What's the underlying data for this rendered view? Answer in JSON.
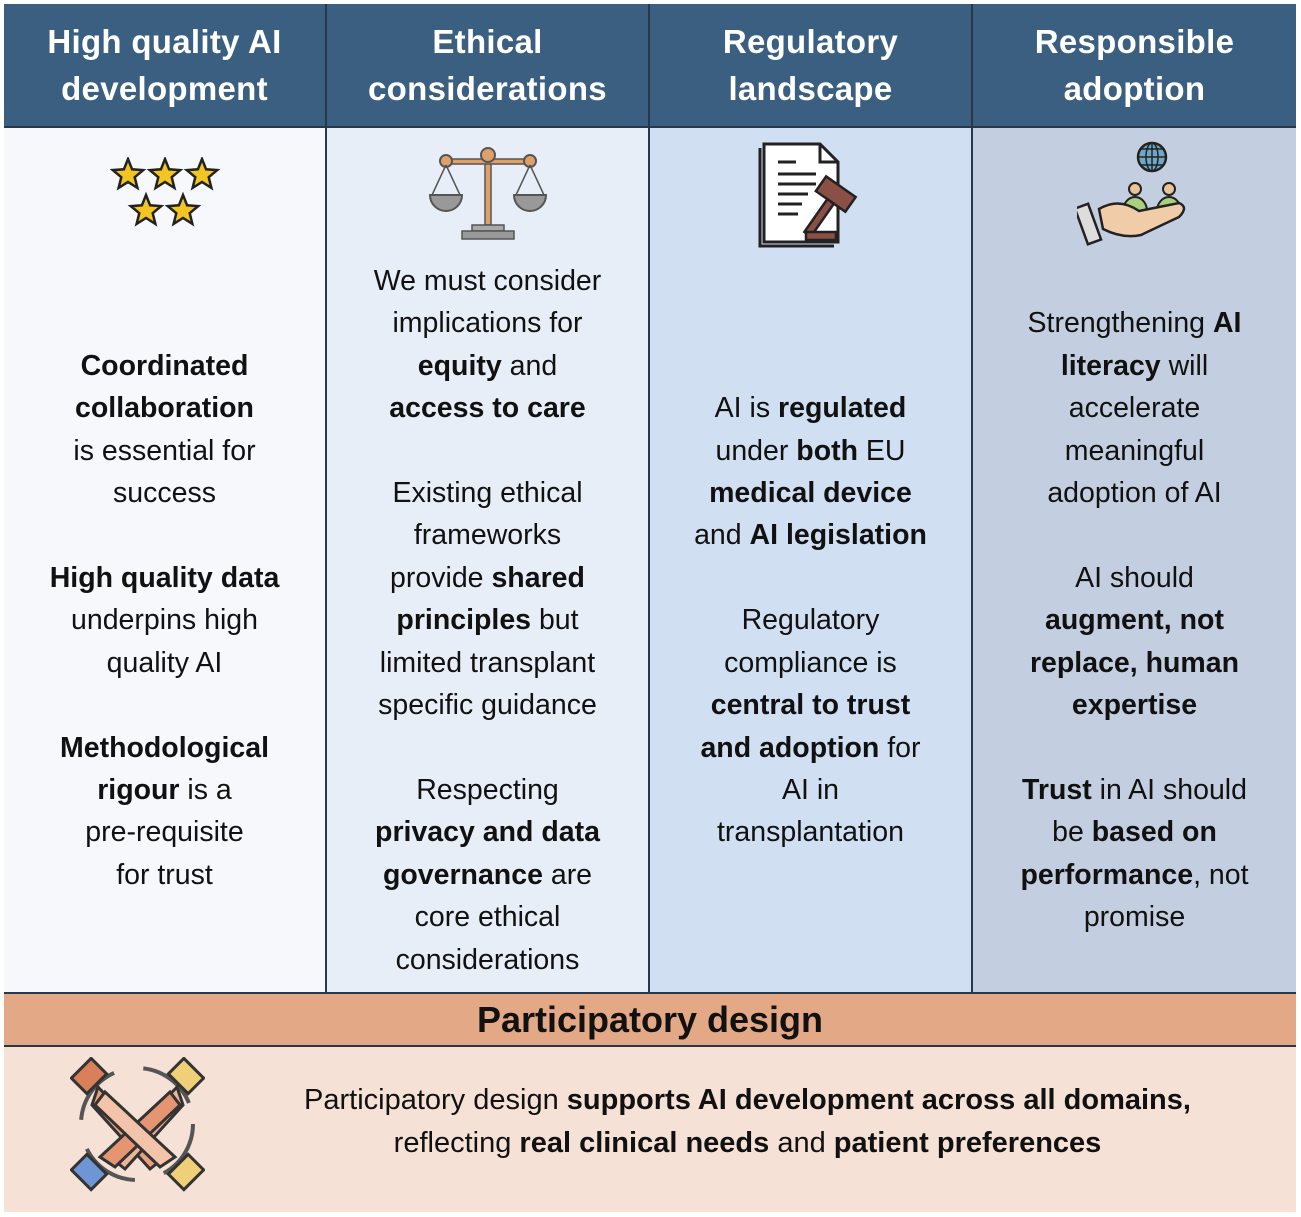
{
  "columns": [
    {
      "title": [
        "High quality AI",
        "development"
      ],
      "icon": "stars-icon",
      "background": "#f7f8fc",
      "paragraphs": [
        [
          [
            {
              "t": "Coordinated",
              "b": true
            }
          ],
          [
            {
              "t": "collaboration",
              "b": true
            }
          ],
          [
            {
              "t": "is essential for",
              "b": false
            }
          ],
          [
            {
              "t": "success",
              "b": false
            }
          ]
        ],
        [
          [
            {
              "t": "High quality data",
              "b": true
            }
          ],
          [
            {
              "t": "underpins high",
              "b": false
            }
          ],
          [
            {
              "t": "quality AI",
              "b": false
            }
          ]
        ],
        [
          [
            {
              "t": "Methodological",
              "b": true
            }
          ],
          [
            {
              "t": "rigour",
              "b": true
            },
            {
              "t": " is a",
              "b": false
            }
          ],
          [
            {
              "t": "pre-requisite",
              "b": false
            }
          ],
          [
            {
              "t": "for trust",
              "b": false
            }
          ]
        ]
      ]
    },
    {
      "title": [
        "Ethical",
        "considerations"
      ],
      "icon": "scales-icon",
      "background": "#e8eef8",
      "paragraphs": [
        [
          [
            {
              "t": "We must consider",
              "b": false
            }
          ],
          [
            {
              "t": "implications for",
              "b": false
            }
          ],
          [
            {
              "t": "equity",
              "b": true
            },
            {
              "t": " and",
              "b": false
            }
          ],
          [
            {
              "t": "access to care",
              "b": true
            }
          ]
        ],
        [
          [
            {
              "t": "Existing ethical",
              "b": false
            }
          ],
          [
            {
              "t": "frameworks",
              "b": false
            }
          ],
          [
            {
              "t": "provide ",
              "b": false
            },
            {
              "t": "shared",
              "b": true
            }
          ],
          [
            {
              "t": "principles",
              "b": true
            },
            {
              "t": " but",
              "b": false
            }
          ],
          [
            {
              "t": "limited transplant",
              "b": false
            }
          ],
          [
            {
              "t": "specific guidance",
              "b": false
            }
          ]
        ],
        [
          [
            {
              "t": "Respecting",
              "b": false
            }
          ],
          [
            {
              "t": "privacy and data",
              "b": true
            }
          ],
          [
            {
              "t": "governance",
              "b": true
            },
            {
              "t": " are",
              "b": false
            }
          ],
          [
            {
              "t": "core ethical",
              "b": false
            }
          ],
          [
            {
              "t": "considerations",
              "b": false
            }
          ]
        ]
      ]
    },
    {
      "title": [
        "Regulatory",
        "landscape"
      ],
      "icon": "legal-document-gavel-icon",
      "background": "#d0dff2",
      "paragraphs": [
        [
          [
            {
              "t": "AI is ",
              "b": false
            },
            {
              "t": "regulated",
              "b": true
            }
          ],
          [
            {
              "t": "under ",
              "b": false
            },
            {
              "t": "both",
              "b": true
            },
            {
              "t": " EU",
              "b": false
            }
          ],
          [
            {
              "t": "medical device",
              "b": true
            }
          ],
          [
            {
              "t": "and ",
              "b": false
            },
            {
              "t": "AI legislation",
              "b": true
            }
          ]
        ],
        [
          [
            {
              "t": "Regulatory",
              "b": false
            }
          ],
          [
            {
              "t": "compliance is",
              "b": false
            }
          ],
          [
            {
              "t": "central to trust",
              "b": true
            }
          ],
          [
            {
              "t": "and adoption",
              "b": true
            },
            {
              "t": " for",
              "b": false
            }
          ],
          [
            {
              "t": "AI in",
              "b": false
            }
          ],
          [
            {
              "t": "transplantation",
              "b": false
            }
          ]
        ]
      ]
    },
    {
      "title": [
        "Responsible",
        "adoption"
      ],
      "icon": "hand-people-globe-icon",
      "background": "#c3cfe0",
      "paragraphs": [
        [
          [
            {
              "t": "Strengthening ",
              "b": false
            },
            {
              "t": "AI",
              "b": true
            }
          ],
          [
            {
              "t": "literacy",
              "b": true
            },
            {
              "t": " will",
              "b": false
            }
          ],
          [
            {
              "t": "accelerate",
              "b": false
            }
          ],
          [
            {
              "t": "meaningful",
              "b": false
            }
          ],
          [
            {
              "t": "adoption of AI",
              "b": false
            }
          ]
        ],
        [
          [
            {
              "t": "AI should",
              "b": false
            }
          ],
          [
            {
              "t": "augment, not",
              "b": true
            }
          ],
          [
            {
              "t": "replace, human",
              "b": true
            }
          ],
          [
            {
              "t": "expertise",
              "b": true
            }
          ]
        ],
        [
          [
            {
              "t": "Trust",
              "b": true
            },
            {
              "t": " in AI should",
              "b": false
            }
          ],
          [
            {
              "t": "be ",
              "b": false
            },
            {
              "t": "based on",
              "b": true
            }
          ],
          [
            {
              "t": "performance",
              "b": true
            },
            {
              "t": ", not",
              "b": false
            }
          ],
          [
            {
              "t": "promise",
              "b": false
            }
          ]
        ]
      ]
    }
  ],
  "participatory": {
    "title": "Participatory design",
    "icon": "joined-hands-icon",
    "lines": [
      [
        {
          "t": "Participatory design ",
          "b": false
        },
        {
          "t": "supports AI development across all domains,",
          "b": true
        }
      ],
      [
        {
          "t": "reflecting ",
          "b": false
        },
        {
          "t": "real clinical needs",
          "b": true
        },
        {
          "t": " and ",
          "b": false
        },
        {
          "t": "patient preferences",
          "b": true
        }
      ]
    ]
  },
  "colors": {
    "header": "#3a5f80",
    "band_title": "#e3a885",
    "band_body": "#f5e1d5"
  }
}
